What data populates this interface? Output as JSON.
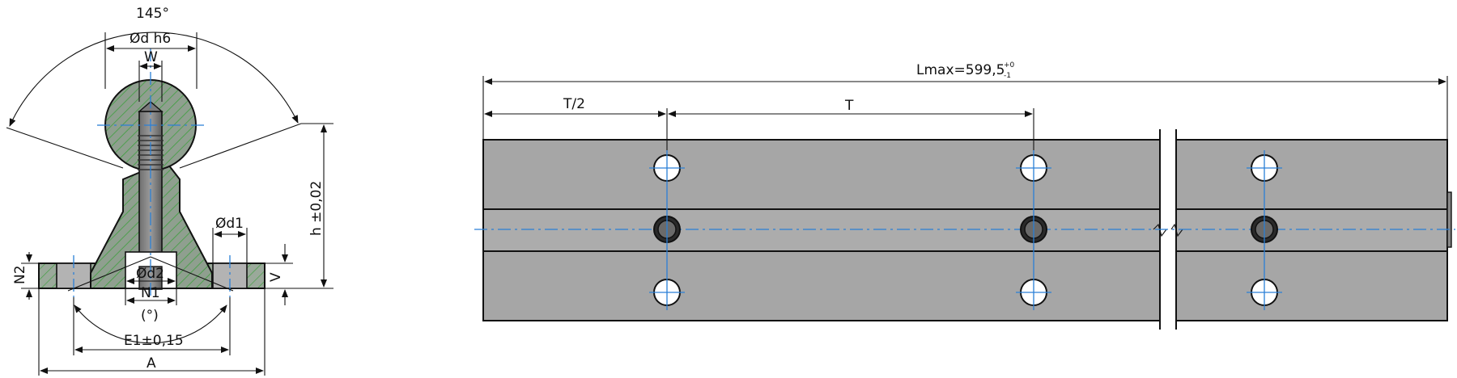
{
  "colors": {
    "steel": "#a6a6a6",
    "section": "#7f8f7f",
    "hatch": "#3f9f3f",
    "centerline": "#2a7fd6",
    "line": "#111111"
  },
  "labels": {
    "angle": "145°",
    "dia_d": "Ød h6",
    "w": "W",
    "h": "h ±0,02",
    "d1": "Ød1",
    "d2": "Ød2",
    "n1": "N1",
    "n2": "N2",
    "v": "V",
    "deg": "(°)",
    "e1": "E1±0,15",
    "a": "A",
    "lmax": "Lmax=599,5",
    "lmax_tol_upper": "+0",
    "lmax_tol_lower": "-1",
    "t_half": "T/2",
    "t": "T"
  }
}
